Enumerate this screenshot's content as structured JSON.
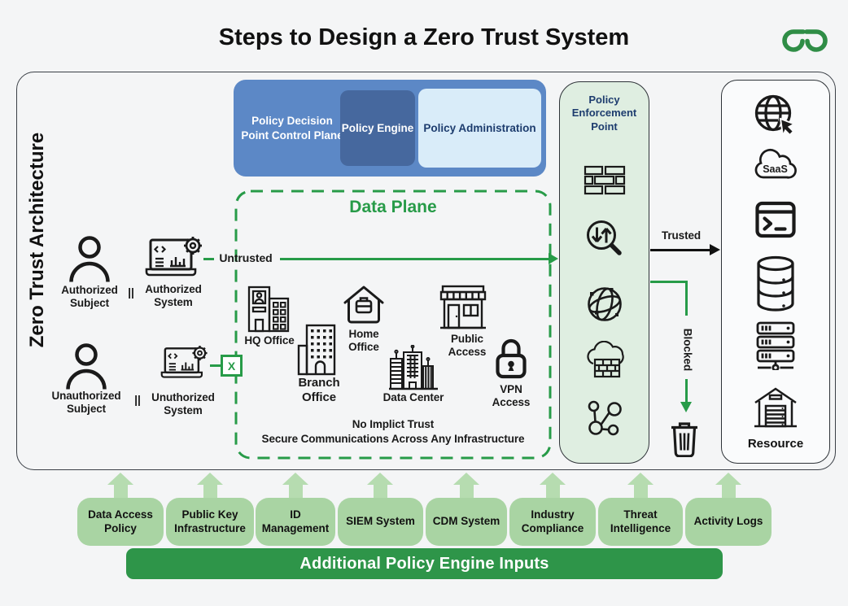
{
  "title": "Steps to Design a Zero Trust System",
  "brand": {
    "logo_icon": "geeksforgeeks-logo",
    "logo_color": "#2f8d46"
  },
  "architecture": {
    "label": "Zero Trust Architecture",
    "control_plane": {
      "pdp_label": "Policy Decision Point Control Plane",
      "engine_label": "Policy Engine",
      "admin_label": "Policy Administration"
    },
    "pep": {
      "label": "Policy Enforcement Point",
      "icons": [
        "brick-wall-icon",
        "traffic-inspection-icon",
        "globe-network-icon",
        "cloud-firewall-icon",
        "network-nodes-icon"
      ]
    },
    "resource": {
      "label": "Resource",
      "saas_label": "SaaS",
      "icons": [
        "web-globe-cursor-icon",
        "saas-cloud-icon",
        "terminal-icon",
        "database-icon",
        "server-rack-icon",
        "warehouse-icon"
      ]
    },
    "data_plane": {
      "title": "Data Plane",
      "locations": [
        "HQ Office",
        "Branch Office",
        "Home Office",
        "Data Center",
        "Public Access",
        "VPN Access"
      ],
      "note_line1": "No Implict Trust",
      "note_line2": "Secure Communications Across Any Infrastructure"
    },
    "subjects": {
      "authorized_subject": "Authorized Subject",
      "authorized_system": "Authorized System",
      "unauthorized_subject": "Unauthorized Subject",
      "unauthorized_system": "Unuthorized System",
      "divider": "||"
    },
    "flows": {
      "untrusted": "Untrusted",
      "trusted": "Trusted",
      "blocked": "Blocked",
      "x_marker": "X"
    }
  },
  "inputs": {
    "boxes": [
      "Data Access Policy",
      "Public Key Infrastructure",
      "ID Management",
      "SIEM System",
      "CDM System",
      "Industry Compliance",
      "Threat Intelligence",
      "Activity Logs"
    ],
    "footer": "Additional Policy Engine Inputs"
  },
  "colors": {
    "green": "#279b48",
    "green-footer": "#2e9549",
    "green-box": "#a9d4a3",
    "green-arrow": "#b6dcb0",
    "pep-bg": "#dfeee1",
    "blue": "#5c88c6",
    "blue-dark": "#46689e",
    "blue-light": "#d9ecf9",
    "navy": "#1d3c6e",
    "ink": "#1a1a1a",
    "bg": "#f4f5f6",
    "logo-green": "#2f8d46"
  }
}
